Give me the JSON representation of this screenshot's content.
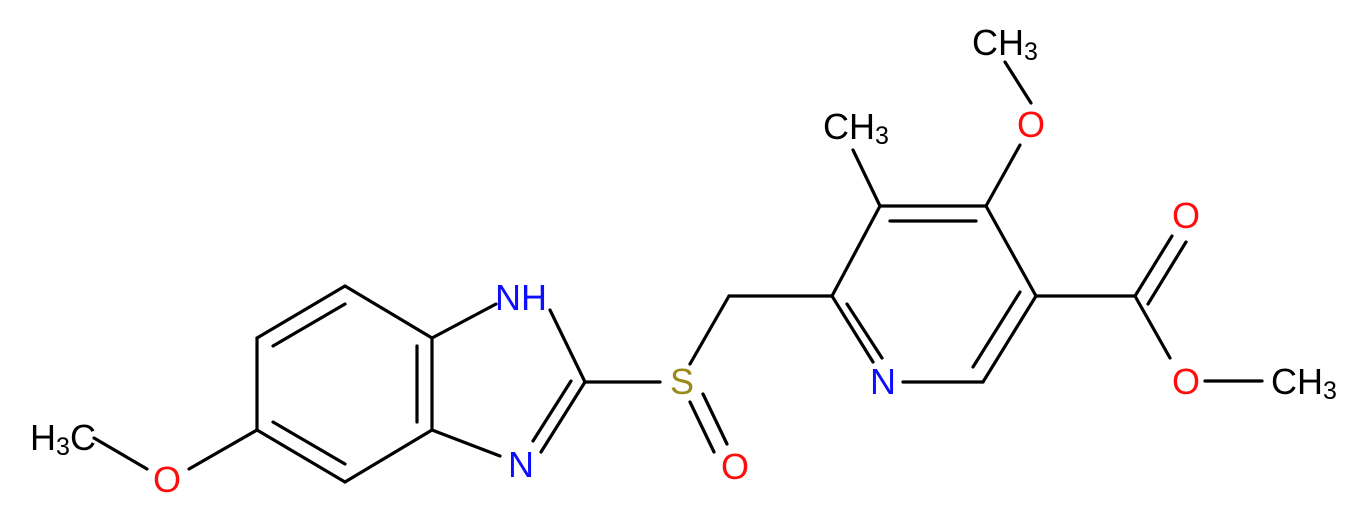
{
  "colors": {
    "bond": "#000000",
    "carbon": "#000000",
    "nitrogen": "#0d0dff",
    "oxygen": "#ff0d0d",
    "sulfur": "#9a8a1a",
    "background": "#ffffff"
  },
  "atoms": [
    {
      "id": "ch3_top_ome",
      "elem": "C",
      "label": "CH",
      "sub": "3"
    },
    {
      "id": "o_top_ome",
      "elem": "O",
      "label": "O"
    },
    {
      "id": "ch3_methyl",
      "elem": "C",
      "label": "CH",
      "sub": "3"
    },
    {
      "id": "o_carbonyl",
      "elem": "O",
      "label": "O"
    },
    {
      "id": "nh_imidazole",
      "elem": "N",
      "label": "NH"
    },
    {
      "id": "s_sulfinyl",
      "elem": "S",
      "label": "S"
    },
    {
      "id": "n_pyridine",
      "elem": "N",
      "label": "N"
    },
    {
      "id": "o_ester",
      "elem": "O",
      "label": "O"
    },
    {
      "id": "ch3_ester",
      "elem": "C",
      "label": "CH",
      "sub": "3"
    },
    {
      "id": "ch3_benz_ome",
      "elem": "C",
      "label": "H",
      "sub": "3",
      "suffix": "C"
    },
    {
      "id": "n_imidazole",
      "elem": "N",
      "label": "N"
    },
    {
      "id": "o_sulfoxide",
      "elem": "O",
      "label": "O"
    },
    {
      "id": "o_benz_ome",
      "elem": "O",
      "label": "O"
    }
  ]
}
